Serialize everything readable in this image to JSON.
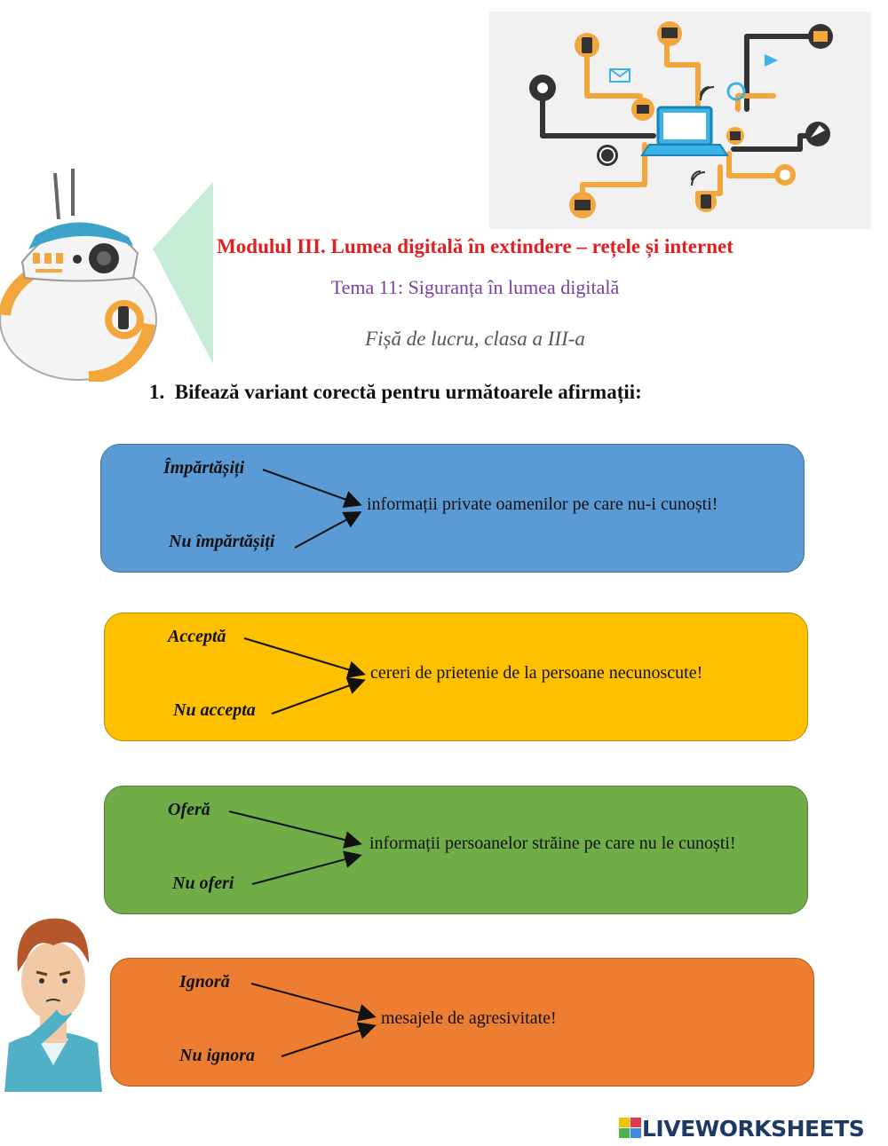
{
  "header": {
    "module_title": "Modulul III. Lumea digitală în extindere – rețele și internet",
    "topic_title": "Tema 11: Siguranța în lumea digitală",
    "worksheet_note": "Fișă de lucru, clasa a III-a"
  },
  "exercise": {
    "number": "1.",
    "instruction": "Bifează variant corectă pentru următoarele afirmații:",
    "items": [
      {
        "option_a": "Împărtășiți",
        "option_b": "Nu împărtășiți",
        "statement": "informații private oamenilor pe care nu-i cunoști!",
        "color": "#5b9bd5"
      },
      {
        "option_a": "Acceptă",
        "option_b": "Nu accepta",
        "statement": "cereri de prietenie de la persoane necunoscute!",
        "color": "#ffc000"
      },
      {
        "option_a": "Oferă",
        "option_b": "Nu oferi",
        "statement": "informații persoanelor străine pe care nu le cunoști!",
        "color": "#70ad47"
      },
      {
        "option_a": "Ignoră",
        "option_b": "Nu ignora",
        "statement": "mesajele de agresivitate!",
        "color": "#ed7d31"
      }
    ]
  },
  "footer": {
    "brand": "LIVEWORKSHEETS"
  },
  "icons": [
    "network-illustration",
    "robot-illustration",
    "thinking-boy-illustration",
    "liveworksheets-logo-icon"
  ]
}
